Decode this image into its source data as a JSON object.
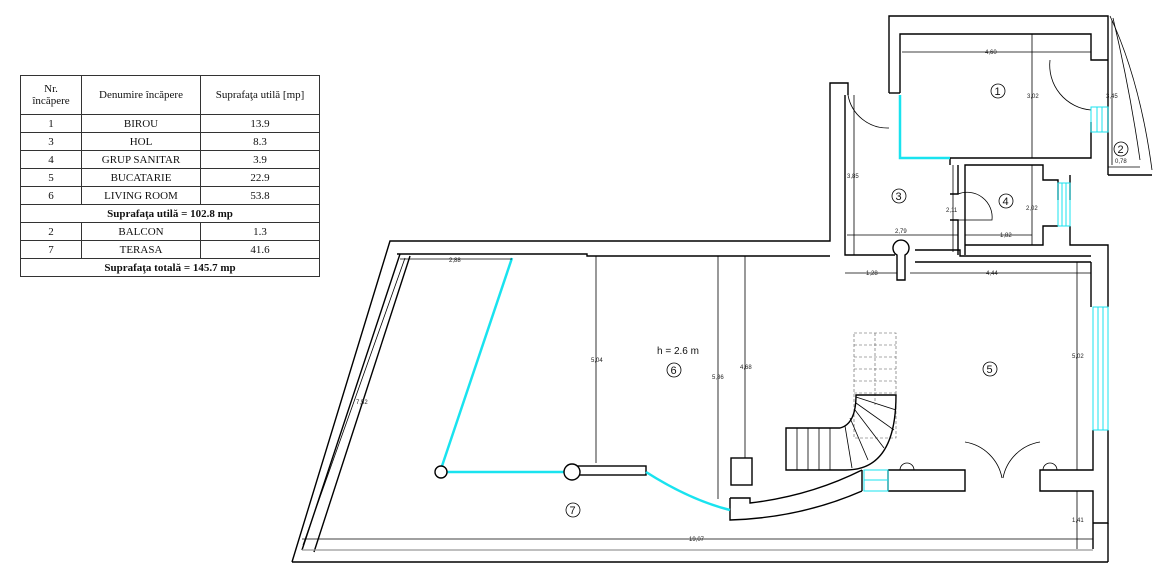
{
  "table": {
    "headers": [
      "Nr. încăpere",
      "Denumire încăpere",
      "Suprafaţa utilă [mp]"
    ],
    "rows_a": [
      {
        "nr": "1",
        "name": "BIROU",
        "area": "13.9"
      },
      {
        "nr": "3",
        "name": "HOL",
        "area": "8.3"
      },
      {
        "nr": "4",
        "name": "GRUP SANITAR",
        "area": "3.9"
      },
      {
        "nr": "5",
        "name": "BUCATARIE",
        "area": "22.9"
      },
      {
        "nr": "6",
        "name": "LIVING ROOM",
        "area": "53.8"
      }
    ],
    "subtotal": "Suprafaţa utilă = 102.8 mp",
    "rows_b": [
      {
        "nr": "2",
        "name": "BALCON",
        "area": "1.3"
      },
      {
        "nr": "7",
        "name": "TERASA",
        "area": "41.6"
      }
    ],
    "total": "Suprafaţa totală = 145.7 mp"
  },
  "plan": {
    "room_numbers": [
      "1",
      "2",
      "3",
      "4",
      "5",
      "6",
      "7"
    ],
    "height_label": "h = 2.6 m",
    "dimensions": {
      "d460": "4,60",
      "d302": "3,02",
      "d345": "3,45",
      "d078": "0,78",
      "d385": "3,85",
      "d211": "2,11",
      "d202": "2,02",
      "d279": "2,79",
      "d182": "1,82",
      "d128": "1,28",
      "d444": "4,44",
      "d288": "2,88",
      "d752": "7,52",
      "d504": "5,04",
      "d586": "5,86",
      "d468": "4,68",
      "d502": "5,02",
      "d141": "1,41",
      "d1907": "19,07"
    }
  }
}
